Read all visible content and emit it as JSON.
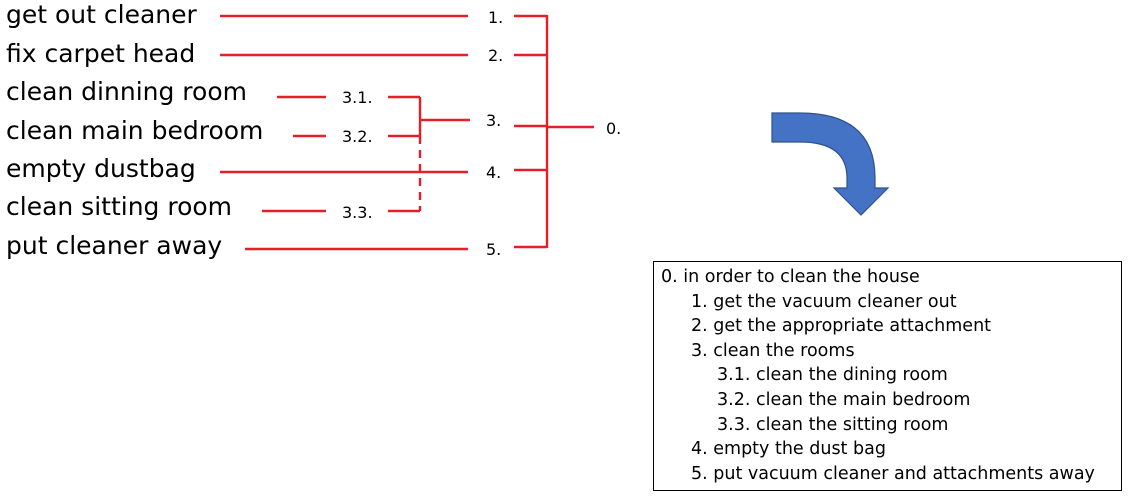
{
  "tasks": [
    {
      "label": "get out cleaner",
      "number": "1."
    },
    {
      "label": "fix carpet head",
      "number": "2."
    },
    {
      "label": "clean dinning room",
      "number": "3.1."
    },
    {
      "label": "clean main bedroom",
      "number": "3.2."
    },
    {
      "label": "empty dustbag",
      "number": "4."
    },
    {
      "label": "clean sitting room",
      "number": "3.3."
    },
    {
      "label": "put cleaner away",
      "number": "5."
    }
  ],
  "group_number": "3.",
  "root_number": "0.",
  "colors": {
    "connector": "#e3202a",
    "arrow": "#4472c4",
    "arrow_outline": "#2f528f",
    "box_border": "#000000"
  },
  "arrow_icon": "curved-arrow-down-icon",
  "outline": [
    {
      "text": "0. in order to clean the house",
      "level": 0
    },
    {
      "text": "1. get the vacuum cleaner out",
      "level": 1
    },
    {
      "text": "2. get the appropriate attachment",
      "level": 1
    },
    {
      "text": "3. clean the rooms",
      "level": 1
    },
    {
      "text": "3.1. clean the dining room",
      "level": 2
    },
    {
      "text": "3.2. clean the main bedroom",
      "level": 2
    },
    {
      "text": "3.3. clean the sitting room",
      "level": 2
    },
    {
      "text": "4. empty the dust bag",
      "level": 1
    },
    {
      "text": "5. put vacuum cleaner and attachments away",
      "level": 1
    }
  ]
}
